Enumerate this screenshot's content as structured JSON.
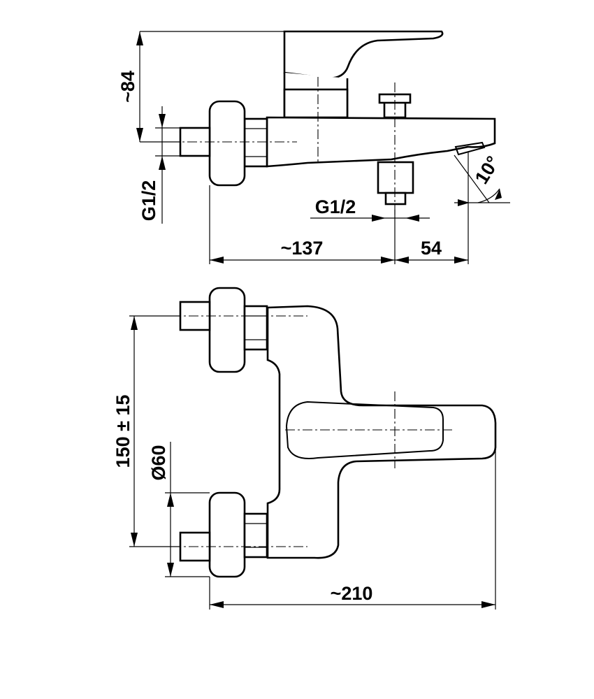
{
  "dimensions": {
    "height_84": "~84",
    "thread_left": "G1/2",
    "thread_spout": "G1/2",
    "spout_angle": "10°",
    "length_137": "~137",
    "length_54": "54",
    "center_distance": "150 ± 15",
    "diameter_rosette": "Ø60",
    "width_210": "~210"
  },
  "colors": {
    "line": "#000000",
    "background": "#ffffff"
  }
}
